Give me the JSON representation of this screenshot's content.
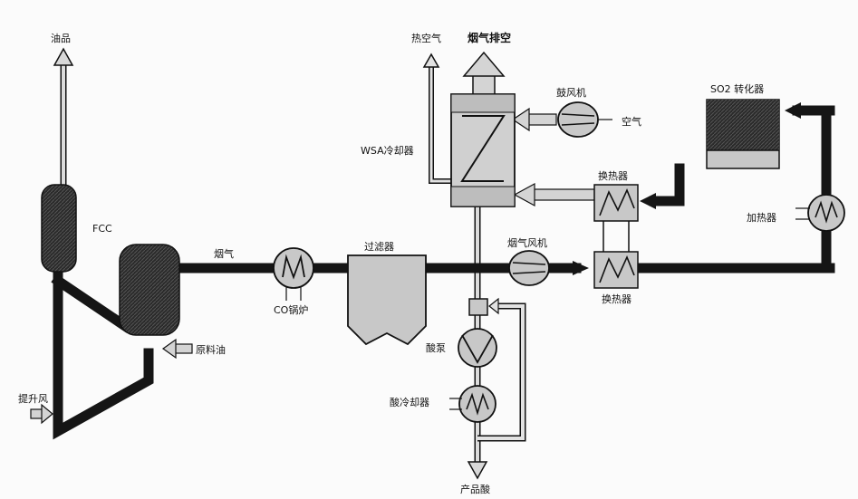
{
  "labels": {
    "oil_product": "油品",
    "fcc": "FCC",
    "lift_air": "提升风",
    "feed_oil": "原料油",
    "flue_gas": "烟气",
    "co_boiler": "CO锅炉",
    "filter": "过滤器",
    "flue_gas_fan": "烟气风机",
    "heat_exchanger_top": "换热器",
    "heat_exchanger_bottom": "换热器",
    "heater": "加热器",
    "so2_converter": "SO2 转化器",
    "blower": "鼓风机",
    "air": "空气",
    "hot_air": "热空气",
    "flue_gas_vent": "烟气排空",
    "wsa_cooler": "WSA冷却器",
    "acid_pump": "酸泵",
    "acid_cooler": "酸冷却器",
    "product_acid": "产品酸"
  },
  "colors": {
    "pipe": "#151515",
    "equipment_fill": "#c8c8c8",
    "equipment_dark": "#1c1c1c",
    "light_arrow": "#d2d2d2"
  }
}
